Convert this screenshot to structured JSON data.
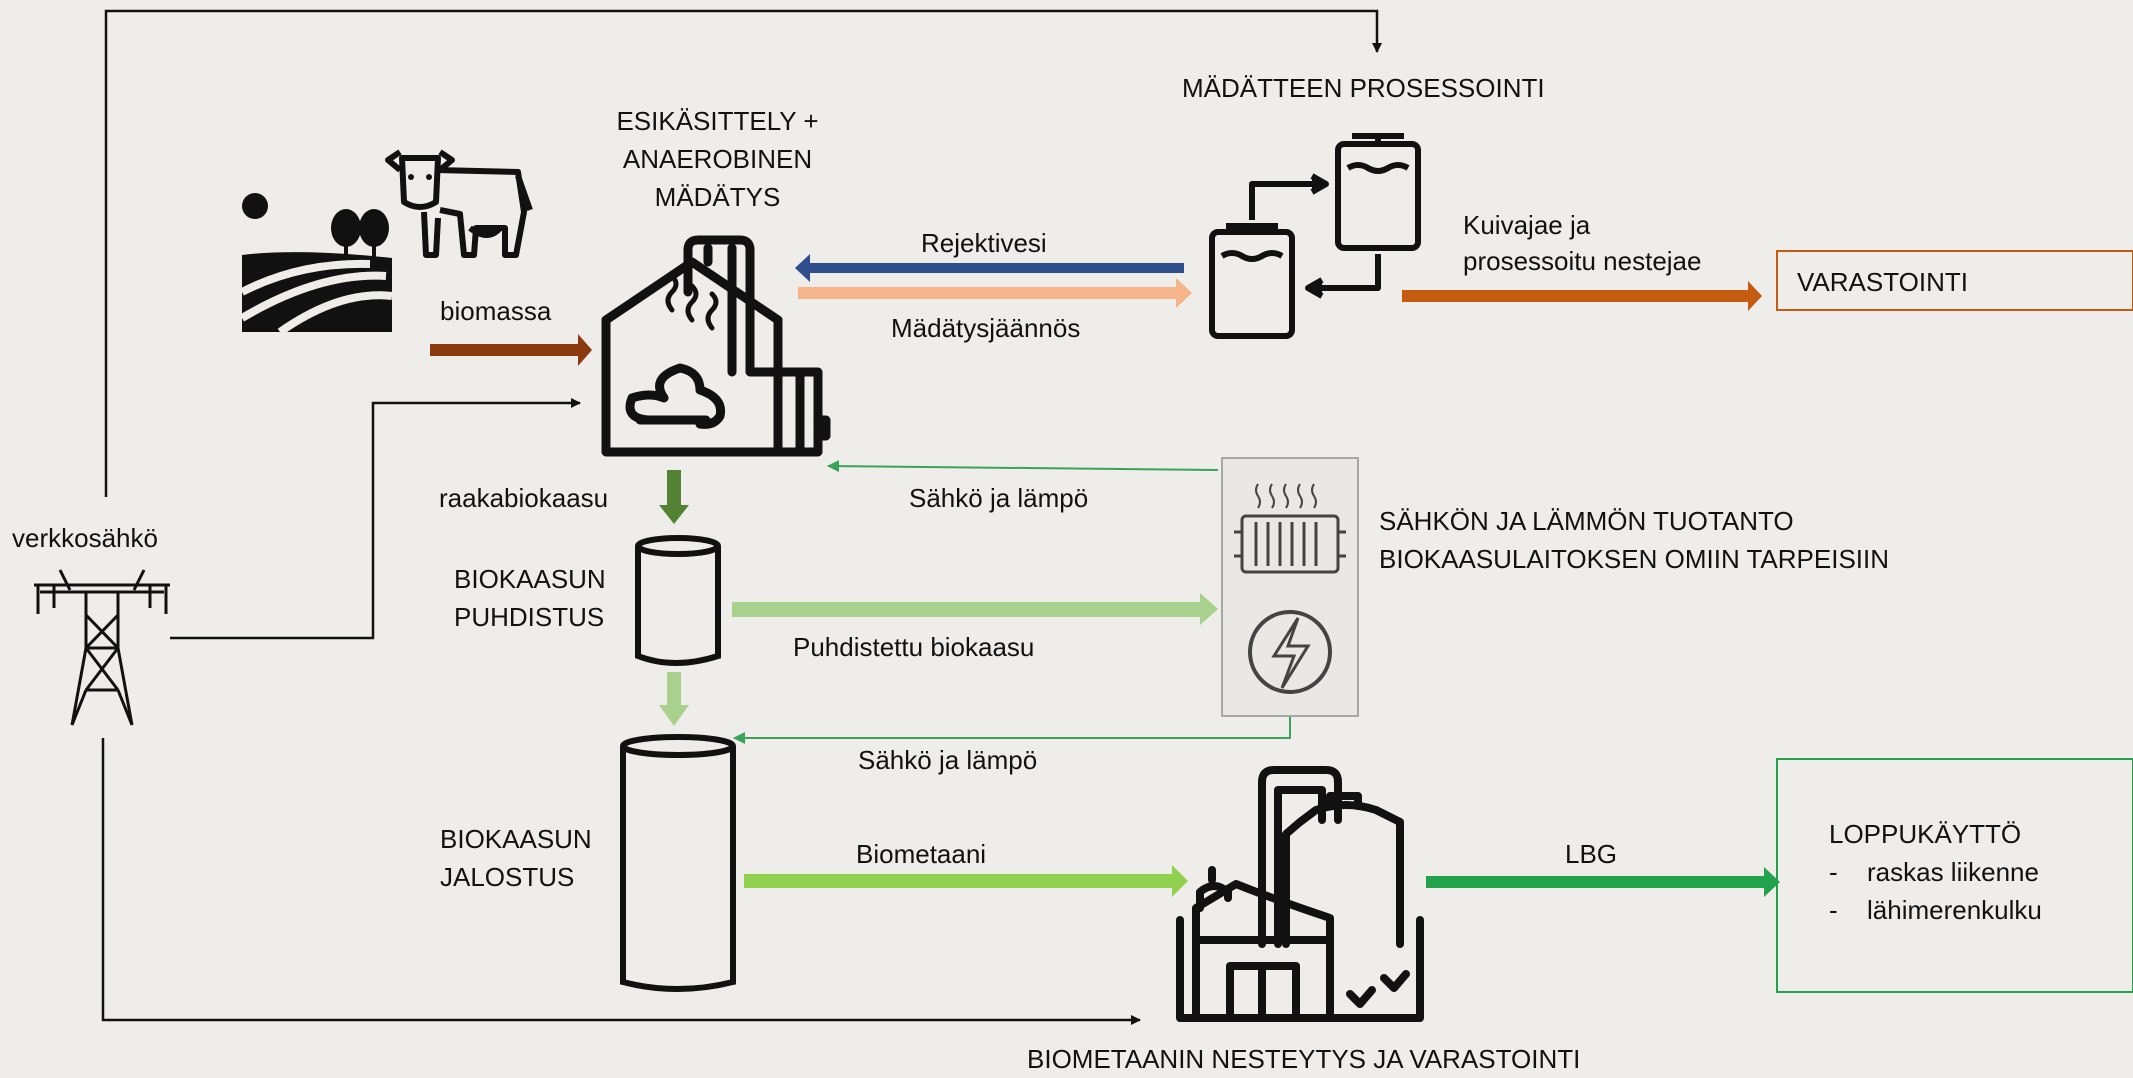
{
  "nodes": {
    "pretreatment": [
      "ESIKÄSITTELY +",
      "ANAEROBINEN",
      "MÄDÄTYS"
    ],
    "digestate_processing": "MÄDÄTTEEN PROSESSOINTI",
    "storage": "VARASTOINTI",
    "chp": [
      "SÄHKÖN JA LÄMMÖN TUOTANTO",
      "BIOKAASULAITOKSEN OMIIN TARPEISIIN"
    ],
    "purification": [
      "BIOKAASUN",
      "PUHDISTUS"
    ],
    "upgrading": [
      "BIOKAASUN",
      "JALOSTUS"
    ],
    "liquefaction": "BIOMETAANIN NESTEYTYS JA VARASTOINTI",
    "grid": "verkkosähkö",
    "end_use": {
      "title": "LOPPUKÄYTTÖ",
      "items": [
        "raskas liikenne",
        "lähimerenkulku"
      ],
      "bullet": "-"
    }
  },
  "flows": {
    "biomass": "biomassa",
    "reject_water": "Rejektivesi",
    "digestate": "Mädätysjäännös",
    "dried_digestate": [
      "Kuivajae ja",
      "prosessoitu nestejae"
    ],
    "raw_biogas": "raakabiokaasu",
    "power_heat_1": "Sähkö ja lämpö",
    "purified_biogas": "Puhdistettu biokaasu",
    "power_heat_2": "Sähkö ja lämpö",
    "biomethane": "Biometaani",
    "lbg": "LBG"
  },
  "colors": {
    "biomass_arrow": "#8b3a10",
    "reject_arrow": "#2e4d8a",
    "digestate_arrow": "#f5b48a",
    "dried_arrow": "#c55a11",
    "raw_biogas_arrow": "#548235",
    "thin_green": "#3aa35a",
    "purified_arrow": "#a9d18e",
    "biomethane_arrow": "#92d050",
    "lbg_arrow": "#22a24a",
    "storage_border": "#c55a11",
    "end_use_border": "#22a24a",
    "chp_border": "#a6a6a6"
  },
  "icons": [
    "farm-icon",
    "cow-icon",
    "digester-icon",
    "digestate-tanks-icon",
    "radiator-icon",
    "electricity-icon",
    "purification-cylinder-icon",
    "upgrading-cylinder-icon",
    "liquefaction-plant-icon",
    "power-pylon-icon"
  ]
}
